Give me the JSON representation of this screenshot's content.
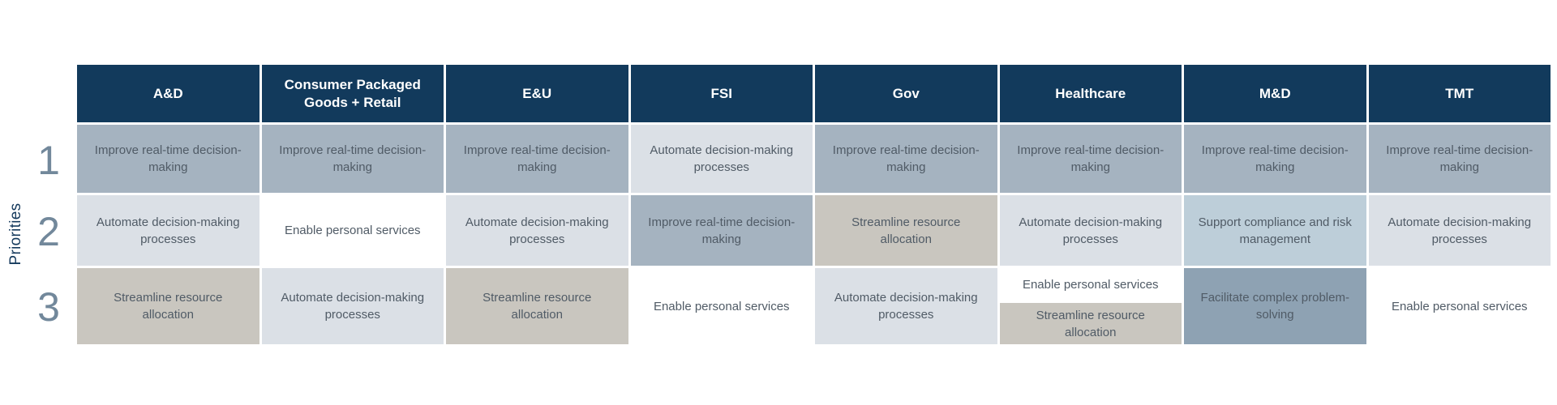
{
  "chart_data": {
    "type": "table",
    "row_axis_label": "Priorities",
    "row_labels": [
      "1",
      "2",
      "3"
    ],
    "columns": [
      "A&D",
      "Consumer Packaged Goods + Retail",
      "E&U",
      "FSI",
      "Gov",
      "Healthcare",
      "M&D",
      "TMT"
    ],
    "cells": [
      [
        {
          "text": "Improve real-time decision-making",
          "color_key": "improve"
        },
        {
          "text": "Automate decision-making processes",
          "color_key": "automate"
        },
        {
          "text": "Streamline resource allocation",
          "color_key": "streamline"
        }
      ],
      [
        {
          "text": "Improve real-time decision-making",
          "color_key": "improve"
        },
        {
          "text": "Enable personal services",
          "color_key": "enable"
        },
        {
          "text": "Automate decision-making processes",
          "color_key": "automate"
        }
      ],
      [
        {
          "text": "Improve real-time decision-making",
          "color_key": "improve"
        },
        {
          "text": "Automate decision-making processes",
          "color_key": "automate"
        },
        {
          "text": "Streamline resource allocation",
          "color_key": "streamline"
        }
      ],
      [
        {
          "text": "Automate decision-making processes",
          "color_key": "automate"
        },
        {
          "text": "Improve real-time decision-making",
          "color_key": "improve"
        },
        {
          "text": "Enable personal services",
          "color_key": "enable"
        }
      ],
      [
        {
          "text": "Improve real-time decision-making",
          "color_key": "improve"
        },
        {
          "text": "Streamline resource allocation",
          "color_key": "streamline"
        },
        {
          "text": "Automate decision-making processes",
          "color_key": "automate"
        }
      ],
      [
        {
          "text": "Improve real-time decision-making",
          "color_key": "improve"
        },
        {
          "text": "Automate decision-making processes",
          "color_key": "automate"
        },
        {
          "split": [
            {
              "text": "Enable personal services",
              "color_key": "enable"
            },
            {
              "text": "Streamline resource allocation",
              "color_key": "streamline"
            }
          ]
        }
      ],
      [
        {
          "text": "Improve real-time decision-making",
          "color_key": "improve"
        },
        {
          "text": "Support compliance and risk management",
          "color_key": "compliance"
        },
        {
          "text": "Facilitate complex problem-solving",
          "color_key": "facilitate"
        }
      ],
      [
        {
          "text": "Improve real-time decision-making",
          "color_key": "improve"
        },
        {
          "text": "Automate decision-making processes",
          "color_key": "automate"
        },
        {
          "text": "Enable personal services",
          "color_key": "enable"
        }
      ]
    ]
  },
  "colors": {
    "header_bg": "#123a5c",
    "header_text": "#ffffff",
    "cell_text": "#505b66",
    "number_color": "#72889b",
    "axis_label_color": "#14395c",
    "grid_gap": "#ffffff",
    "priority_colors": {
      "improve": "#a5b3c0",
      "automate": "#dbe0e6",
      "streamline": "#c9c6bf",
      "enable": "#ffffff",
      "compliance": "#bdced9",
      "facilitate": "#8ea2b3"
    }
  }
}
